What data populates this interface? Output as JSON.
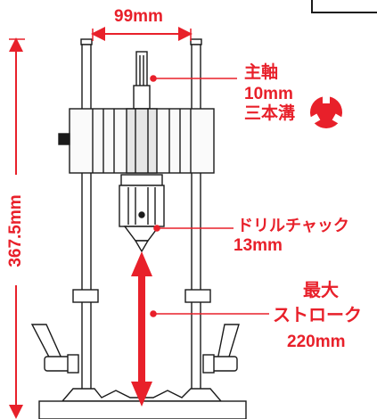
{
  "colors": {
    "accent": "#e8202a",
    "line": "#1a1a1a"
  },
  "dimensions": {
    "width": "99mm",
    "height": "367.5mm"
  },
  "callouts": {
    "spindle": {
      "title": "主軸",
      "size": "10mm",
      "type": "三本溝"
    },
    "chuck": {
      "title": "ドリルチャック",
      "size": "13mm"
    },
    "stroke": {
      "title_line1": "最大",
      "title_line2": "ストローク",
      "size": "220mm"
    }
  },
  "icons": {
    "spindle_section": "three-groove-shaft-section-icon"
  }
}
